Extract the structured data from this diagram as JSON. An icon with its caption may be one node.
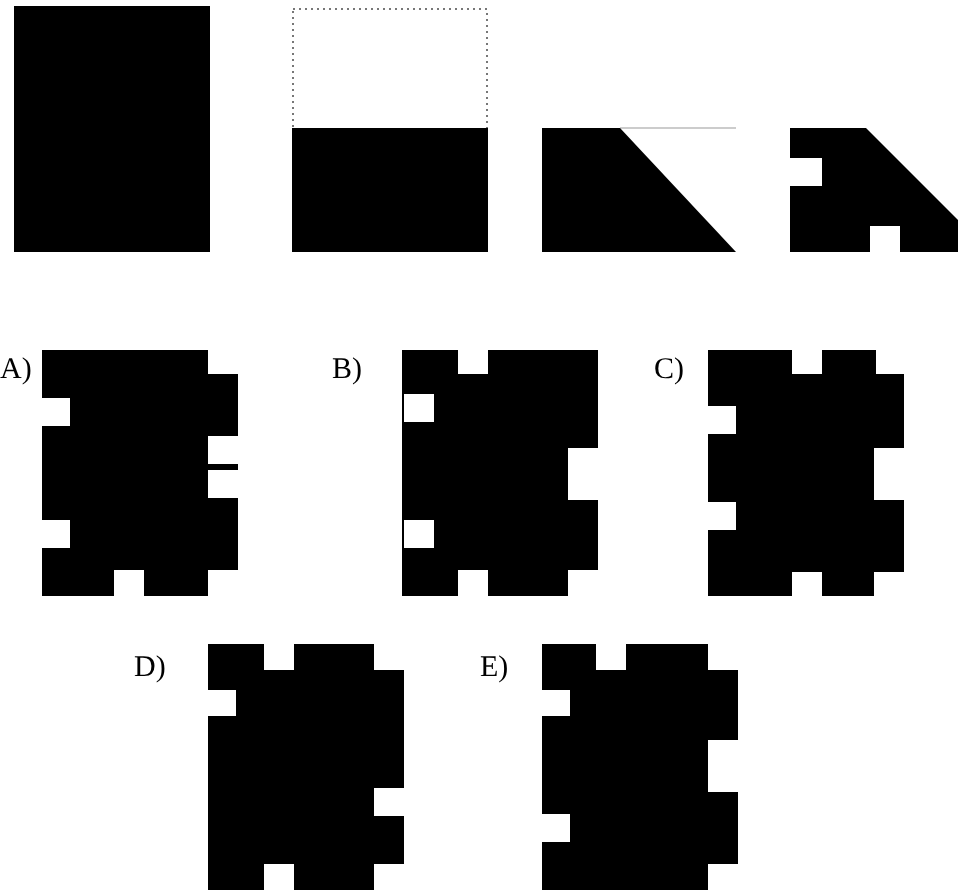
{
  "diagram": {
    "labels": [
      "A)",
      "B)",
      "C)",
      "D)",
      "E)"
    ]
  }
}
